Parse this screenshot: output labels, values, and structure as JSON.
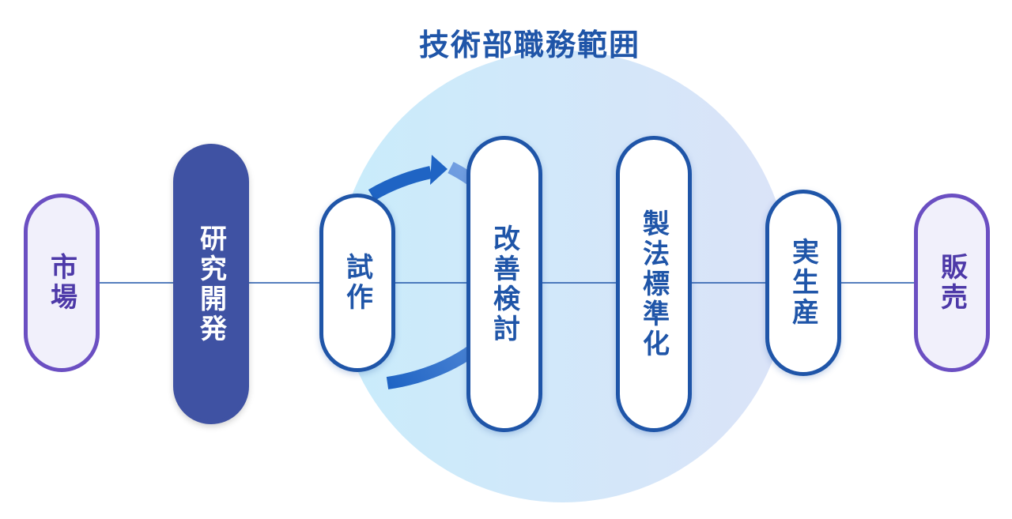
{
  "title": "技術部職務範囲",
  "nodes": [
    {
      "id": "market",
      "label": "市場",
      "kind": "outer"
    },
    {
      "id": "rnd",
      "label": "研究開発",
      "kind": "rd"
    },
    {
      "id": "prototype",
      "label": "試作",
      "kind": "eng"
    },
    {
      "id": "improvement",
      "label": "改善検討",
      "kind": "eng"
    },
    {
      "id": "standardization",
      "label": "製法標準化",
      "kind": "eng"
    },
    {
      "id": "production",
      "label": "実生産",
      "kind": "eng"
    },
    {
      "id": "sales",
      "label": "販売",
      "kind": "outer"
    }
  ],
  "colors": {
    "title": "#1f55a8",
    "engineering_border": "#1f55a8",
    "rnd_fill": "#3f52a3",
    "outer_border": "#6b4fc2",
    "outer_fill": "#f1f0fb",
    "scope_circle_left": "#c9ecfb",
    "scope_circle_right": "#dbe3f8",
    "cycle_arrow_dark": "#1f64c4",
    "cycle_arrow_light": "#8ab0ea",
    "connector_line": "#1f55a8"
  }
}
